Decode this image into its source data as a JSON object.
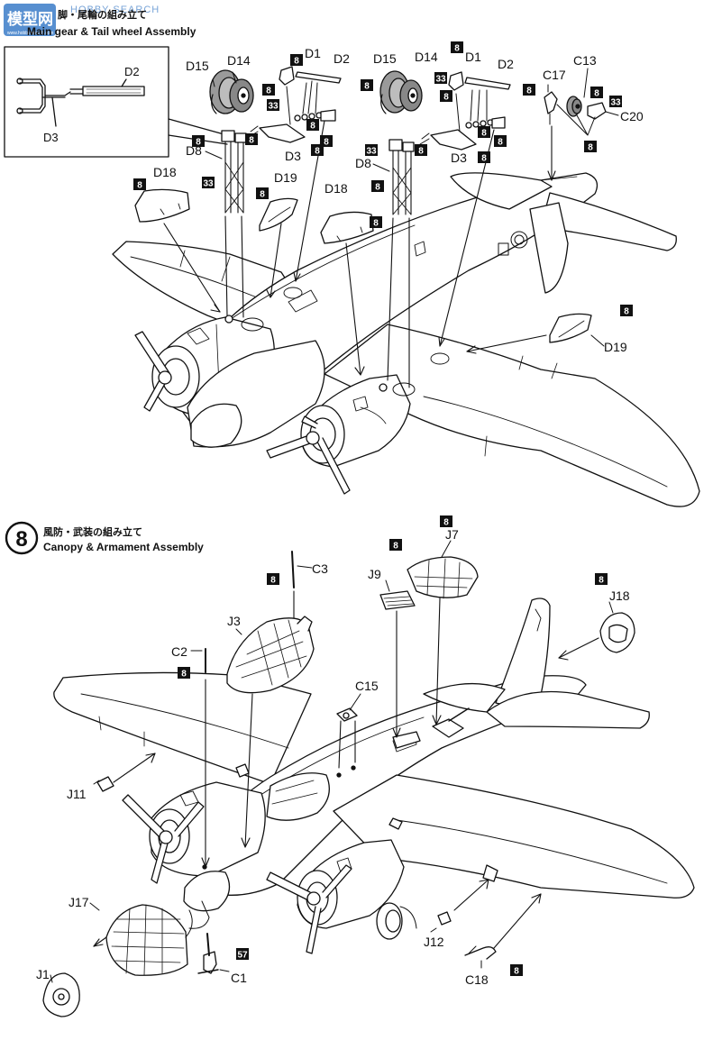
{
  "watermark": {
    "logo": "模型网",
    "text": "HOBBY SEARCH",
    "domain": "www.hobbysearch.com"
  },
  "step7": {
    "title_jp": "脚・尾輪の組み立て",
    "title_en": "Main gear & Tail wheel Assembly"
  },
  "step8": {
    "number": "8",
    "title_jp": "風防・武装の組み立て",
    "title_en": "Canopy & Armament Assembly"
  },
  "inset": {
    "labels": [
      "D2",
      "D3"
    ]
  },
  "colors": {
    "ink": "#111111",
    "badge": "#111111",
    "badge_text": "#ffffff",
    "part_gray": "#9a9a9a"
  },
  "part_labels_top": [
    "D15",
    "D14",
    "D1",
    "D2",
    "D15",
    "D14",
    "D1",
    "D2",
    "C17",
    "C13",
    "C20",
    "D8",
    "D3",
    "D8",
    "D3",
    "D18",
    "D19",
    "D18",
    "D19"
  ],
  "paint_codes_top": [
    "8",
    "33",
    "8",
    "8",
    "8",
    "33",
    "8",
    "8",
    "8",
    "33",
    "8",
    "8",
    "33",
    "8",
    "8",
    "33",
    "8",
    "8",
    "8",
    "8",
    "8",
    "8",
    "8",
    "8",
    "8",
    "8",
    "8"
  ],
  "part_labels_bottom": [
    "C3",
    "J7",
    "J9",
    "J18",
    "J3",
    "C2",
    "C15",
    "J11",
    "J17",
    "J1",
    "C1",
    "J12",
    "C18"
  ],
  "paint_codes_bottom": [
    "8",
    "8",
    "8",
    "8",
    "8",
    "57",
    "8"
  ]
}
